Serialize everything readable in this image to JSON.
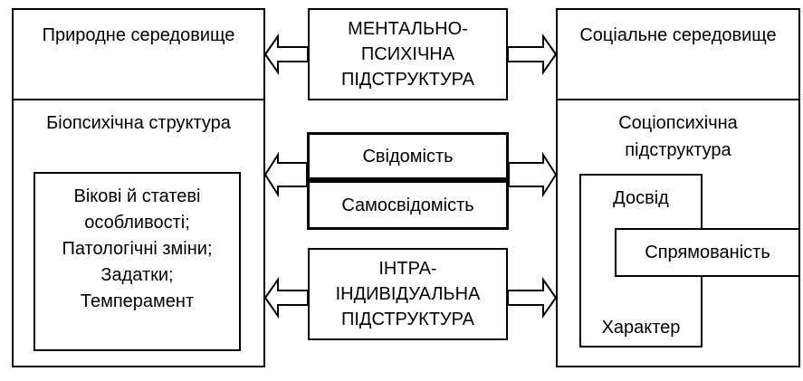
{
  "left_column": {
    "natural_environment": "Природне середовище",
    "biopsychic_structure": "Біопсихічна структура",
    "inner_box_lines": [
      "Вікові й статеві",
      "особливості;",
      "Патологічні зміни;",
      "Задатки;",
      "Темперамент"
    ]
  },
  "center_column": {
    "mental_lines": [
      "МЕНТАЛЬНО-",
      "ПСИХІЧНА",
      "ПІДСТРУКТУРА"
    ],
    "consciousness": "Свідомість",
    "self_consciousness": "Самосвідомість",
    "intra_lines": [
      "ІНТРА-",
      "ІНДИВІДУАЛЬНА",
      "ПІДСТРУКТУРА"
    ]
  },
  "right_column": {
    "social_environment": "Соціальне середовище",
    "sociopsychic_lines": [
      "Соціопсихічна",
      "підструктура"
    ],
    "experience": "Досвід",
    "orientation": "Спрямованість",
    "character": "Характер"
  }
}
